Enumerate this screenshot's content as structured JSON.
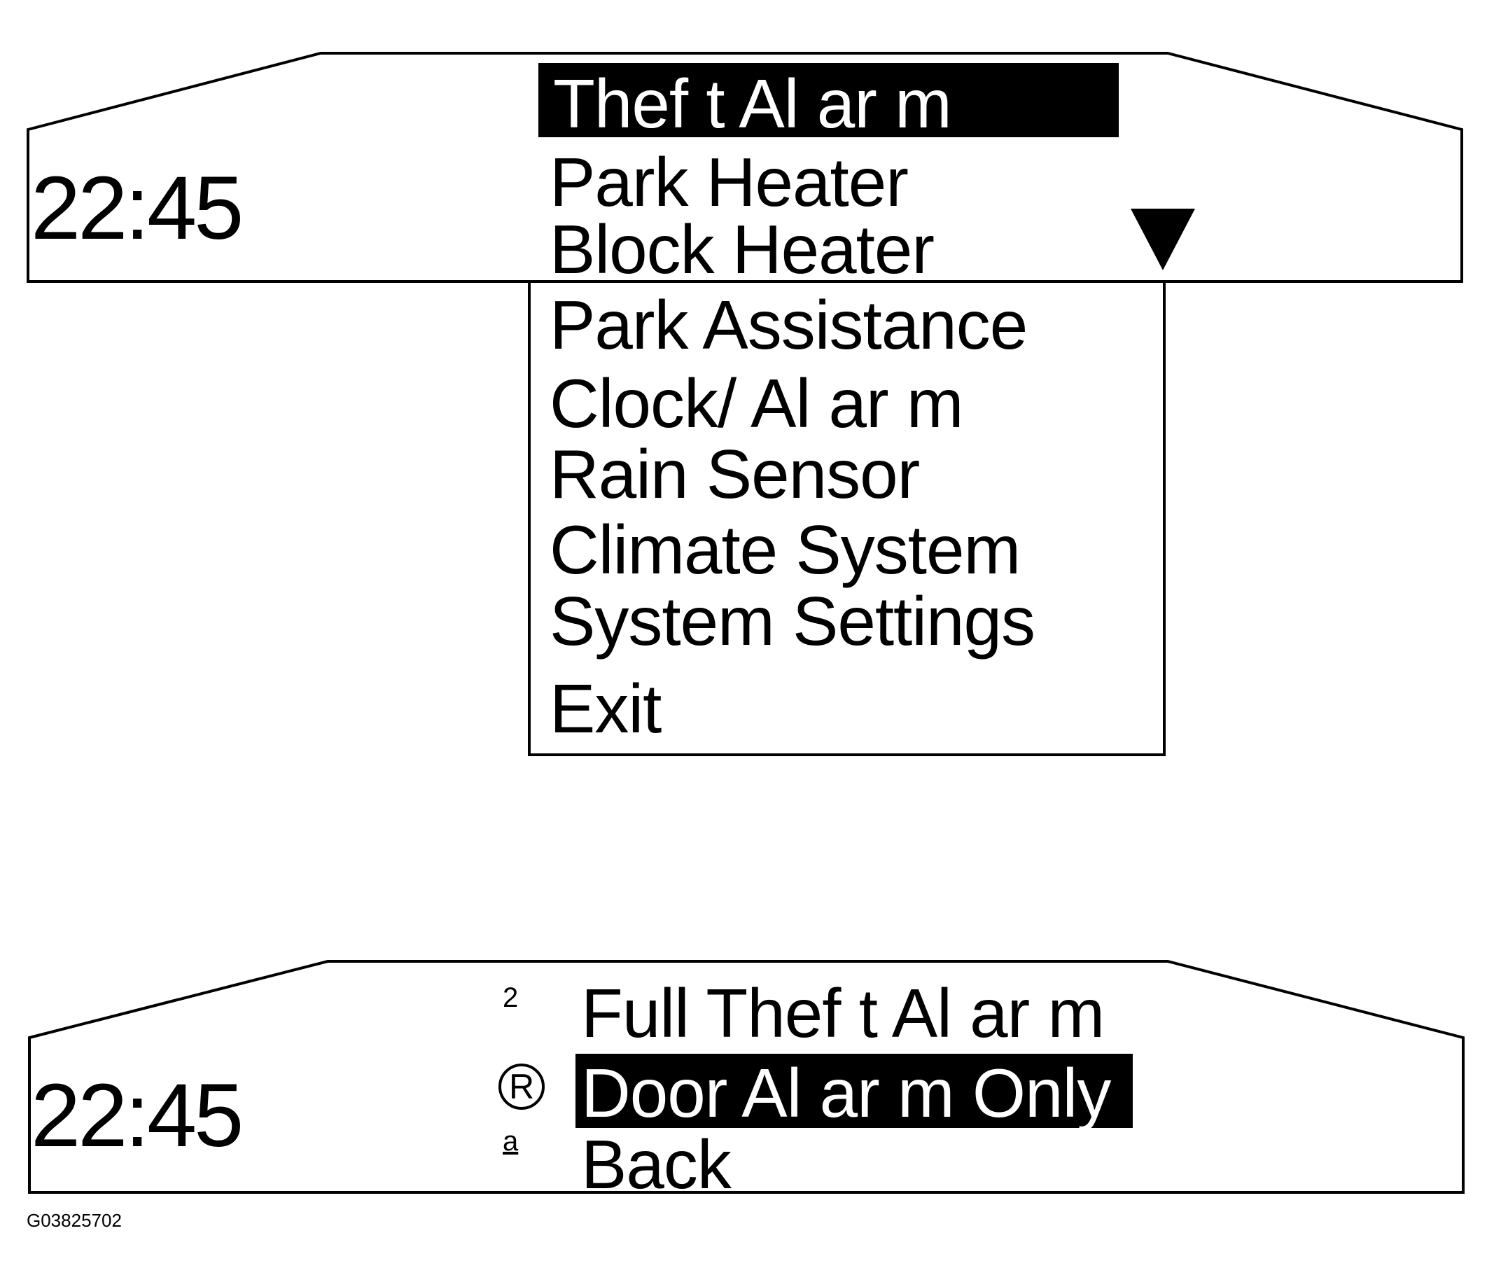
{
  "top_display": {
    "clock": "22:45",
    "selected_item": "Thef t   Al ar m",
    "items": [
      "Park Heater",
      "Block Heater",
      "Park Assistance",
      "Clock/ Al ar m",
      "Rain Sensor",
      "Climate System",
      "System Settings",
      "Exit"
    ],
    "scroll_icon": "triangle-down-icon"
  },
  "bottom_display": {
    "clock": "22:45",
    "options": [
      {
        "marker": "2",
        "label": "Full  Thef t   Al ar m"
      },
      {
        "marker": "R",
        "label": "Door  Al ar m Only"
      },
      {
        "marker": "a",
        "label": "Back"
      }
    ],
    "radio_icon": "radio-selected-icon"
  },
  "figure_id": "G03825702",
  "colors": {
    "foreground": "#000000",
    "background": "#ffffff",
    "highlight": "#000000",
    "highlight_text": "#ffffff"
  }
}
